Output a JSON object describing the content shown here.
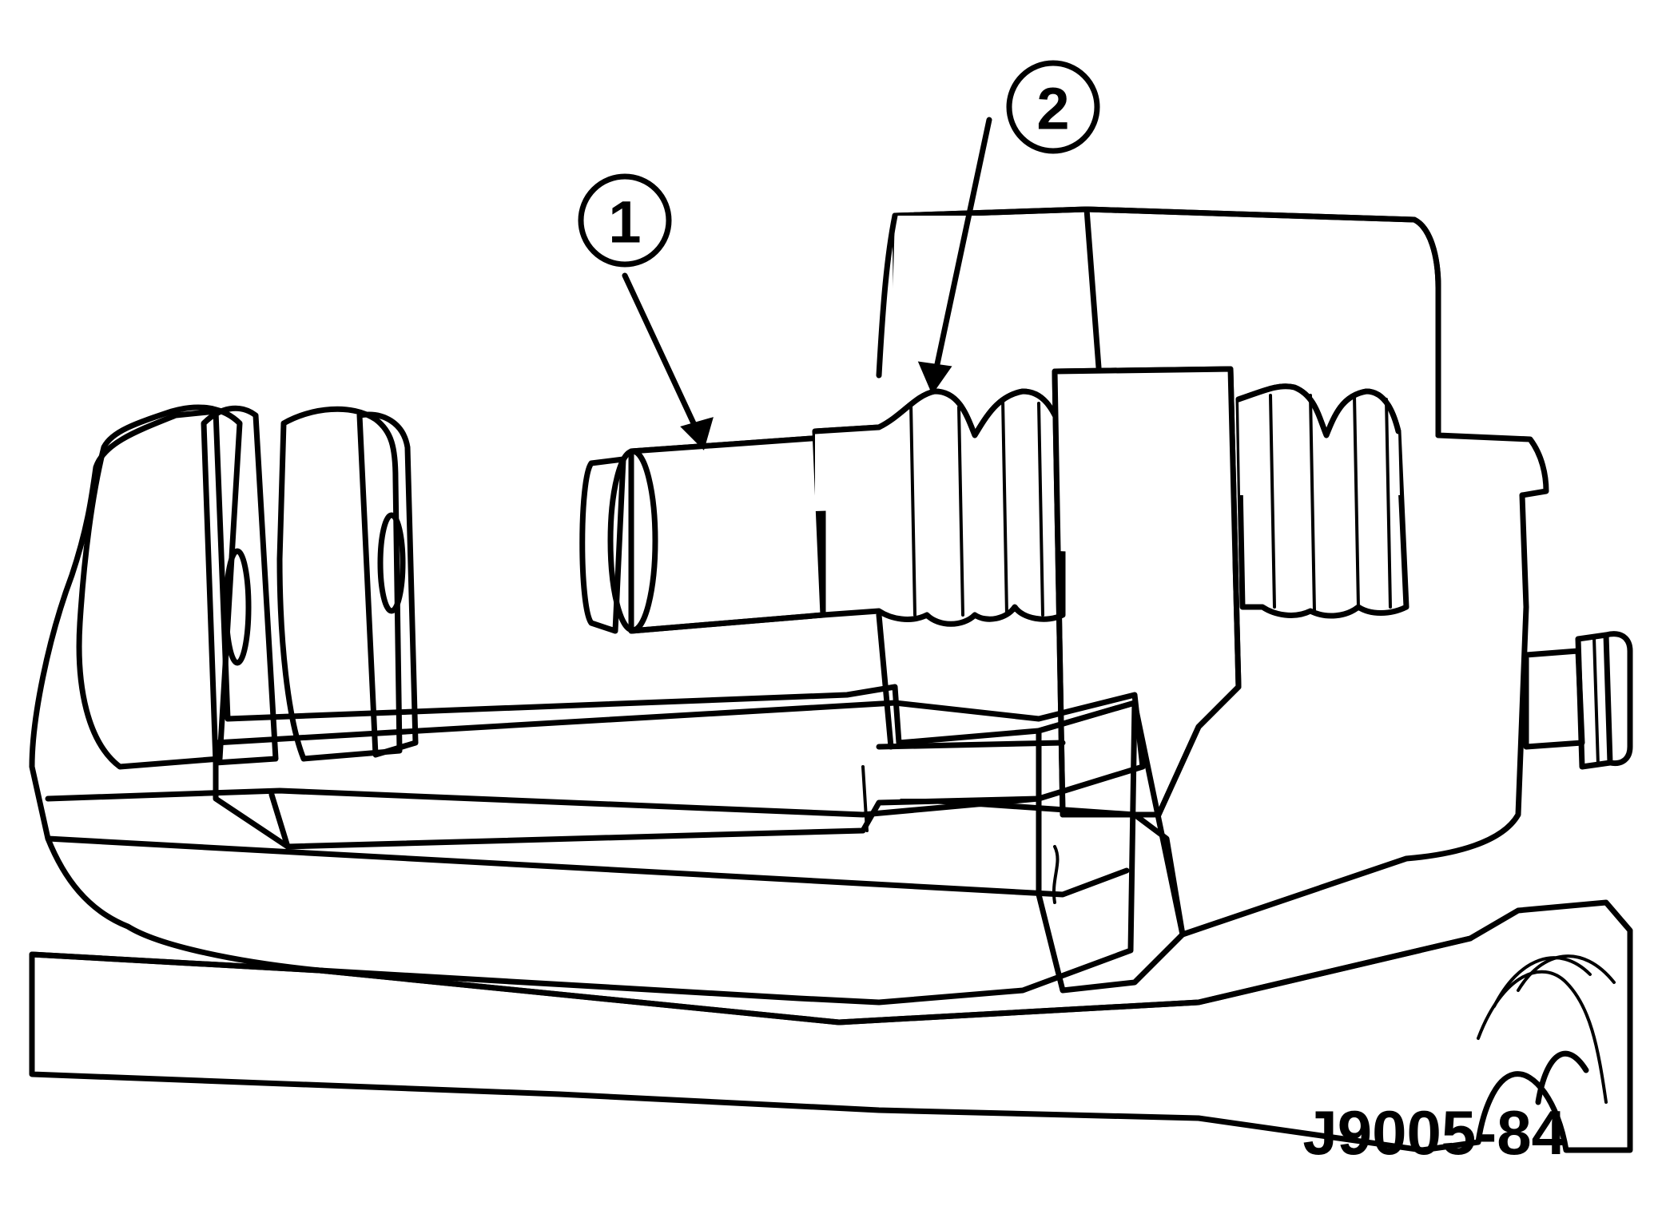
{
  "callouts": [
    {
      "label": "1"
    },
    {
      "label": "2"
    }
  ],
  "figure_code": "J9005-84",
  "colors": {
    "ink": "#000000",
    "paper": "#ffffff"
  }
}
